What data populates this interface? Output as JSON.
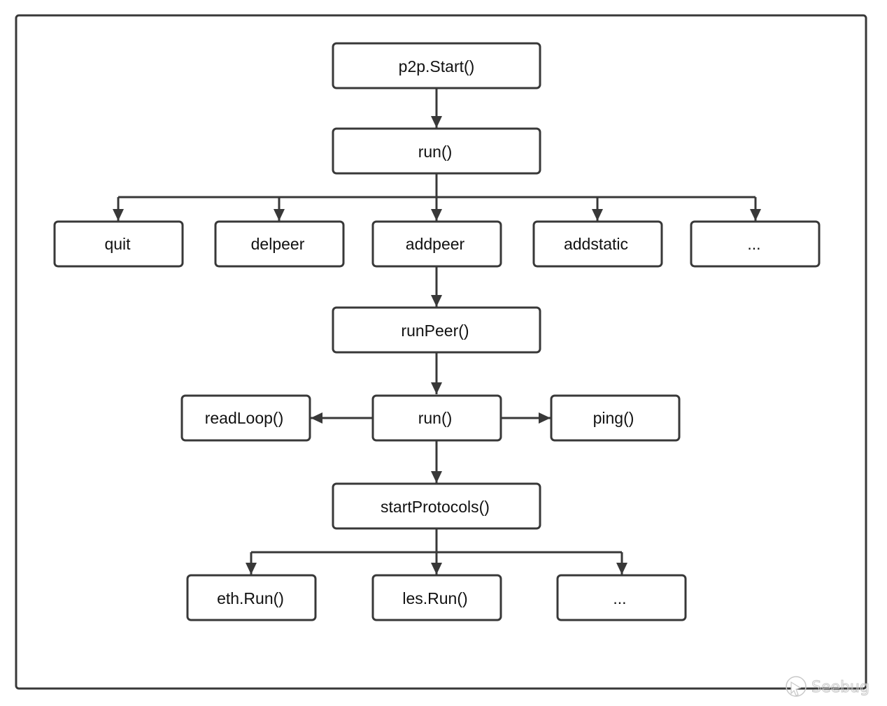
{
  "nodes": {
    "p2p_start": "p2p.Start()",
    "run_top": "run()",
    "quit": "quit",
    "delpeer": "delpeer",
    "addpeer": "addpeer",
    "addstatic": "addstatic",
    "more_events": "...",
    "run_peer": "runPeer()",
    "read_loop": "readLoop()",
    "run_peer_loop": "run()",
    "ping": "ping()",
    "start_protocols": "startProtocols()",
    "eth_run": "eth.Run()",
    "les_run": "les.Run()",
    "more_protocols": "..."
  },
  "watermark": {
    "text": "Seebug"
  },
  "colors": {
    "stroke": "#383838",
    "text": "#111111",
    "background": "#ffffff"
  }
}
